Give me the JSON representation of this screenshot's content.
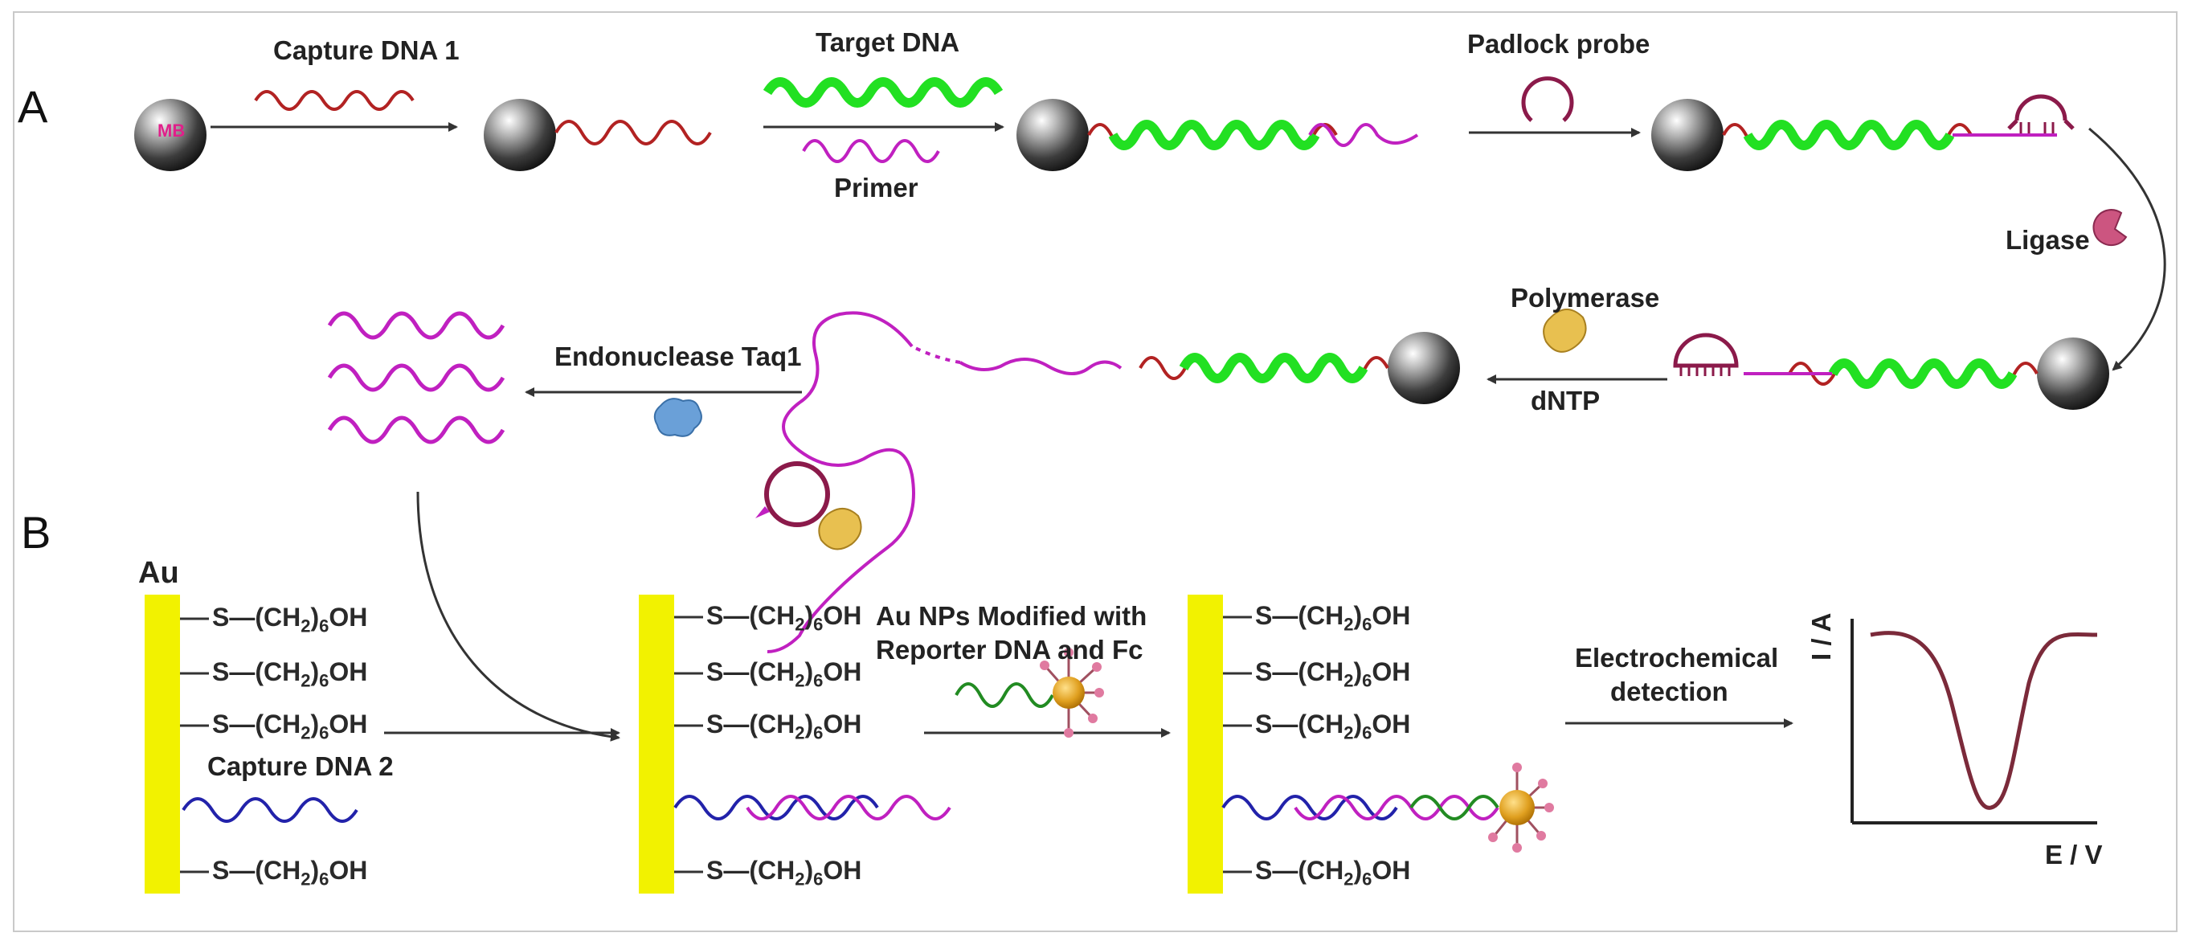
{
  "panel_a": "A",
  "panel_b": "B",
  "labels": {
    "mb": "MB",
    "capture_dna_1": "Capture DNA 1",
    "target_dna": "Target DNA",
    "primer": "Primer",
    "padlock_probe": "Padlock probe",
    "ligase": "Ligase",
    "polymerase": "Polymerase",
    "dntp": "dNTP",
    "endonuclease": "Endonuclease Taq1",
    "au": "Au",
    "capture_dna_2": "Capture DNA 2",
    "au_nps_line1": "Au NPs Modified with",
    "au_nps_line2": "Reporter DNA and Fc",
    "electrochemical_line1": "Electrochemical",
    "electrochemical_line2": "detection",
    "y_axis": "I / A",
    "x_axis": "E / V"
  },
  "thiol": {
    "prefix": "S",
    "group_open": "(CH",
    "sub": "2",
    "sub2": "6",
    "group_close": ")",
    "suffix": "OH"
  },
  "colors": {
    "bead": "#555555",
    "capture_red": "#b22222",
    "target_green": "#22e022",
    "primer_magenta": "#c020c0",
    "padlock": "#8b1a4a",
    "ligase": "#cc5580",
    "polymerase": "#e8c050",
    "taq1": "#6aa0d8",
    "electrode": "#f2f200",
    "capture2_blue": "#2222aa",
    "reporter_green": "#228b22",
    "curve": "#7b2a3a"
  }
}
